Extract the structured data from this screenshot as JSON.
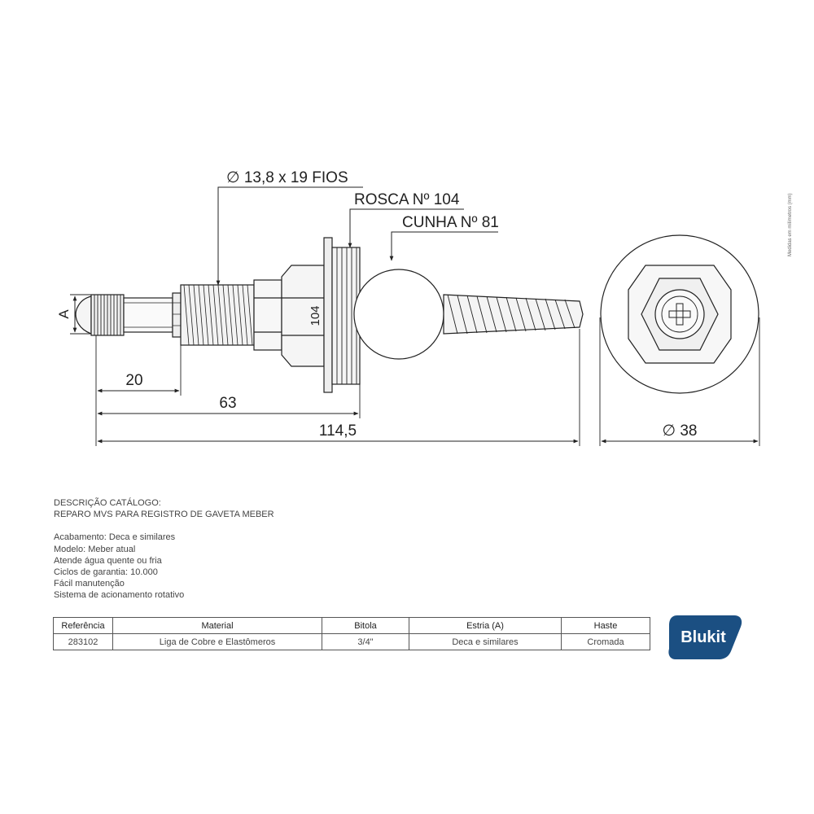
{
  "drawing": {
    "labels": {
      "thread_spec": "∅ 13,8 x 19 FIOS",
      "rosca": "ROSCA Nº 104",
      "cunha": "CUNHA Nº 81",
      "nut_number": "104",
      "dim_a": "A",
      "dim_20": "20",
      "dim_63": "63",
      "dim_114": "114,5",
      "dim_38": "∅ 38"
    },
    "side_note": "Medidas em milímetros (mm)"
  },
  "description": {
    "title": "DESCRIÇÃO CATÁLOGO:",
    "subtitle": "REPARO MVS PARA REGISTRO DE GAVETA MEBER",
    "lines": [
      "Acabamento: Deca e similares",
      "Modelo: Meber atual",
      "Atende água quente ou fria",
      "Ciclos de garantia: 10.000",
      "Fácil manutenção",
      "Sistema de acionamento rotativo"
    ]
  },
  "table": {
    "headers": [
      "Referência",
      "Material",
      "Bitola",
      "Estria (A)",
      "Haste"
    ],
    "rows": [
      [
        "283102",
        "Liga de Cobre e Elastômeros",
        "3/4\"",
        "Deca e similares",
        "Cromada"
      ]
    ]
  },
  "brand": {
    "name": "Blukit",
    "color": "#1b4f82"
  }
}
